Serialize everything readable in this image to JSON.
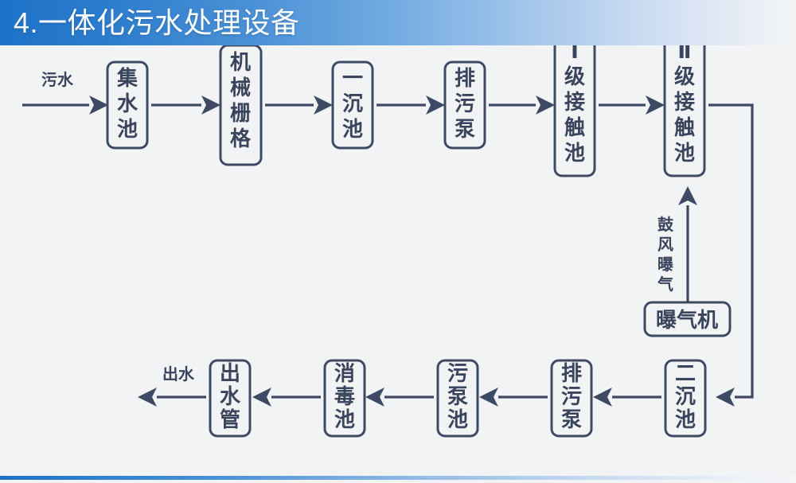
{
  "header": {
    "title": "4.一体化污水处理设备",
    "accent_color": "#1d72c8",
    "gradient_end_color": "#f2f3f4"
  },
  "theme": {
    "background": "#f2f3f4",
    "stroke_color": "#3e4a63",
    "text_color": "#3a445c"
  },
  "diagram": {
    "type": "process-flow",
    "captions": {
      "inlet": "污水",
      "outlet": "出水",
      "aeration": "鼓风曝气"
    },
    "nodes": {
      "collection_tank": "集水池",
      "mechanical_grating": "机械栅格",
      "primary_settling_tank": "一沉池",
      "sewage_pump_top": "排污泵",
      "contact_tank_1": "Ⅰ级接触池",
      "contact_tank_2": "Ⅱ级接触池",
      "aerator": "曝气机",
      "secondary_settling_tank": "二沉池",
      "sewage_pump_bottom": "排污泵",
      "sludge_pump_tank": "污泵池",
      "disinfection_tank": "消毒池",
      "outlet_pipe": "出水管"
    },
    "node_chars": {
      "collection_tank": [
        "集",
        "水",
        "池"
      ],
      "mechanical_grating": [
        "机",
        "械",
        "栅",
        "格"
      ],
      "primary_settling_tank": [
        "一",
        "沉",
        "池"
      ],
      "sewage_pump_top": [
        "排",
        "污",
        "泵"
      ],
      "contact_tank_1": [
        "Ⅰ",
        "级",
        "接",
        "触",
        "池"
      ],
      "contact_tank_2": [
        "Ⅱ",
        "级",
        "接",
        "触",
        "池"
      ],
      "secondary_settling_tank": [
        "二",
        "沉",
        "池"
      ],
      "sewage_pump_bottom": [
        "排",
        "污",
        "泵"
      ],
      "sludge_pump_tank": [
        "污",
        "泵",
        "池"
      ],
      "disinfection_tank": [
        "消",
        "毒",
        "池"
      ],
      "outlet_pipe": [
        "出",
        "水",
        "管"
      ],
      "aeration_caption": [
        "鼓",
        "风",
        "曝",
        "气"
      ]
    },
    "flow_order": [
      "污水",
      "集水池",
      "机械栅格",
      "一沉池",
      "排污泵",
      "Ⅰ级接触池",
      "Ⅱ级接触池",
      "二沉池",
      "排污泵",
      "污泵池",
      "消毒池",
      "出水管",
      "出水"
    ]
  }
}
